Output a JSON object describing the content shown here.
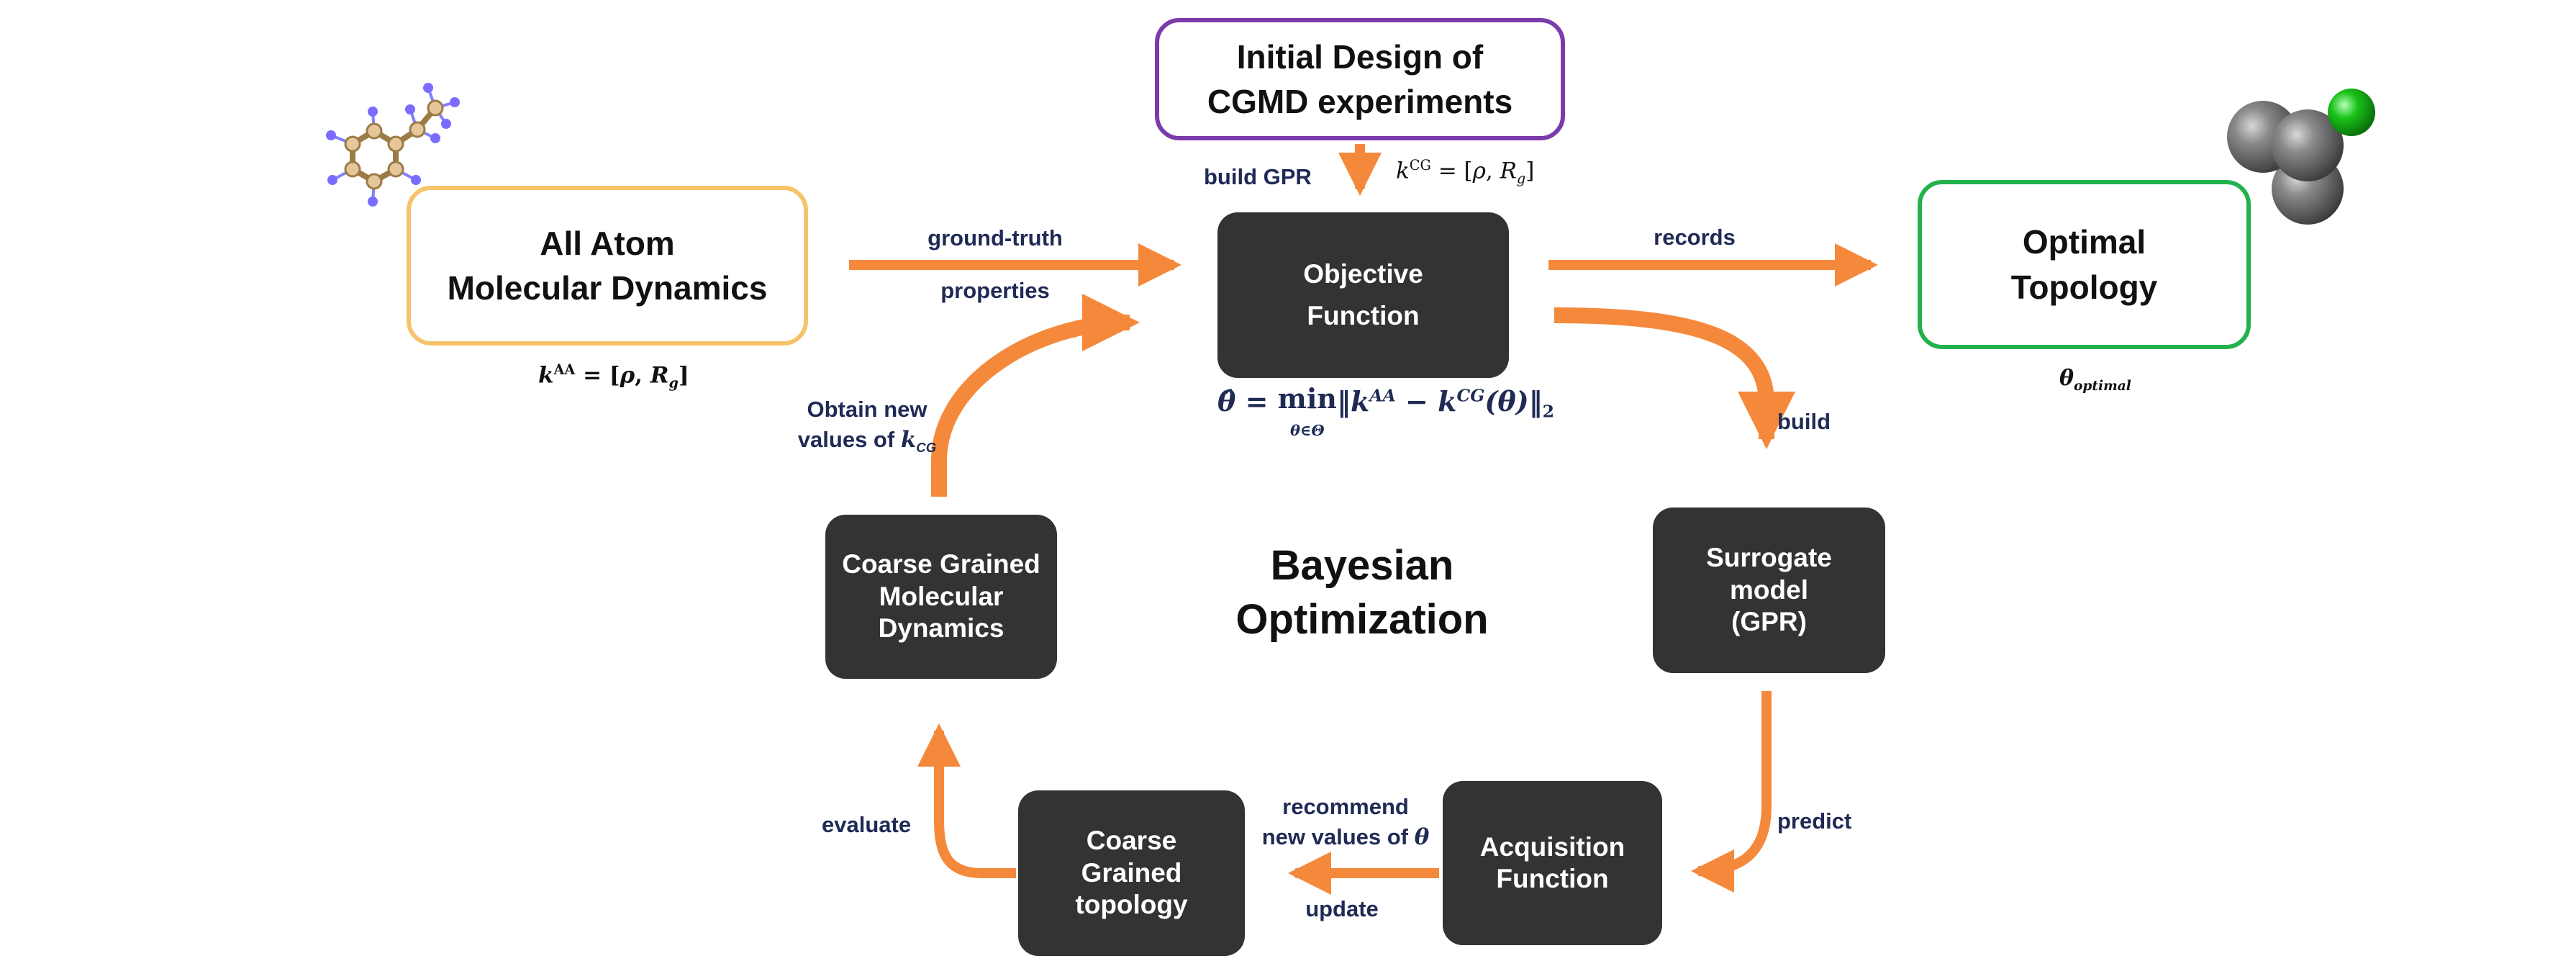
{
  "colors": {
    "arrow": "#f5893b",
    "dark_box": "#333333",
    "all_atom_border": "#f6c36b",
    "initial_design_border": "#7b3bab",
    "optimal_border": "#22b24c",
    "label_text": "#1f2a55"
  },
  "boxes": {
    "initial_design": {
      "line1": "Initial Design of",
      "line2": "CGMD experiments"
    },
    "all_atom": {
      "line1": "All Atom",
      "line2": "Molecular Dynamics"
    },
    "objective": {
      "line1": "Objective",
      "line2": "Function"
    },
    "optimal": {
      "line1": "Optimal",
      "line2": "Topology"
    },
    "surrogate": {
      "line1": "Surrogate",
      "line2": "model",
      "line3": "(GPR)"
    },
    "cgmd": {
      "line1": "Coarse Grained",
      "line2": "Molecular",
      "line3": "Dynamics"
    },
    "acquisition": {
      "line1": "Acquisition",
      "line2": "Function"
    },
    "cg_topology": {
      "line1": "Coarse",
      "line2": "Grained",
      "line3": "topology"
    }
  },
  "center_title": {
    "line1": "Bayesian",
    "line2": "Optimization"
  },
  "labels": {
    "build_gpr": "build GPR",
    "ground_truth": "ground-truth",
    "properties": "properties",
    "records": "records",
    "build": "build",
    "predict": "predict",
    "recommend_line1": "recommend",
    "recommend_line2": "new values of",
    "recommend_symbol": "θ",
    "update": "update",
    "evaluate": "evaluate",
    "obtain_line1": "Obtain new",
    "obtain_line2": "values of",
    "obtain_symbol": "k",
    "obtain_sub": "CG"
  },
  "math": {
    "k_cg": {
      "symbol": "k",
      "sup": "CG",
      "eq": " = [",
      "rho": "ρ",
      "sep": ", ",
      "rg": "R",
      "rg_sub": "g",
      "close": "]"
    },
    "k_aa": {
      "symbol": "k",
      "sup": "AA",
      "eq": " = [",
      "rho": "ρ",
      "sep": ", ",
      "rg": "R",
      "rg_sub": "g",
      "close": "]"
    },
    "theta_optimal": {
      "symbol": "θ",
      "sub": "optimal"
    },
    "objective": {
      "lhs": "θ̂ = ",
      "min": "min",
      "min_sub": "θ∈Θ",
      "open": "‖",
      "k1": "k",
      "k1_sup": "AA",
      "minus": " − ",
      "k2": "k",
      "k2_sup": "CG",
      "arg": "(θ)",
      "close": "‖",
      "norm_sub": "2"
    }
  }
}
